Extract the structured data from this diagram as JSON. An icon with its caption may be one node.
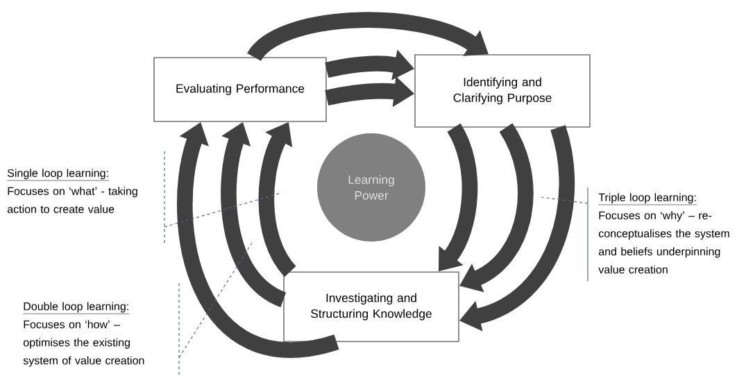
{
  "diagram": {
    "nodes": [
      {
        "text": [
          "Evaluating Performance"
        ]
      },
      {
        "text": [
          "Identifying and Clarifying Purpose"
        ]
      },
      {
        "text": [
          "Investigating and Structuring Knowledge"
        ]
      },
      {
        "text": [
          "Learning Power"
        ]
      },
      {
        "text": [
          "Single loop learning:",
          "Focuses on ‘what’ - taking action to create value"
        ]
      },
      {
        "text": [
          "Double loop learning:",
          "Focuses on ‘how’ – optimises the existing system of value creation"
        ]
      },
      {
        "text": [
          "Triple loop learning:",
          "Focuses on ‘why’ – re-conceptualises the system and beliefs underpinning value creation"
        ]
      }
    ],
    "edges": [
      {
        "from": 0,
        "to": 1,
        "arrow": "to"
      },
      {
        "from": 0,
        "to": 1,
        "arrow": "to"
      },
      {
        "from": 0,
        "to": 1,
        "arrow": "to"
      },
      {
        "from": 1,
        "to": 2,
        "arrow": "to"
      },
      {
        "from": 1,
        "to": 2,
        "arrow": "to"
      },
      {
        "from": 1,
        "to": 2,
        "arrow": "to"
      },
      {
        "from": 2,
        "to": 0,
        "arrow": "to"
      },
      {
        "from": 2,
        "to": 0,
        "arrow": "to"
      },
      {
        "from": 2,
        "to": 0,
        "arrow": "to"
      },
      {
        "from": 4,
        "to": null,
        "arrow": "none",
        "style": "dashed",
        "color": "#5a6a80"
      },
      {
        "from": 5,
        "to": null,
        "arrow": "none",
        "style": "dashed",
        "color": "#5a6a80"
      },
      {
        "from": 6,
        "to": null,
        "arrow": "none",
        "style": "dashed",
        "color": "#5a6a80"
      }
    ]
  }
}
